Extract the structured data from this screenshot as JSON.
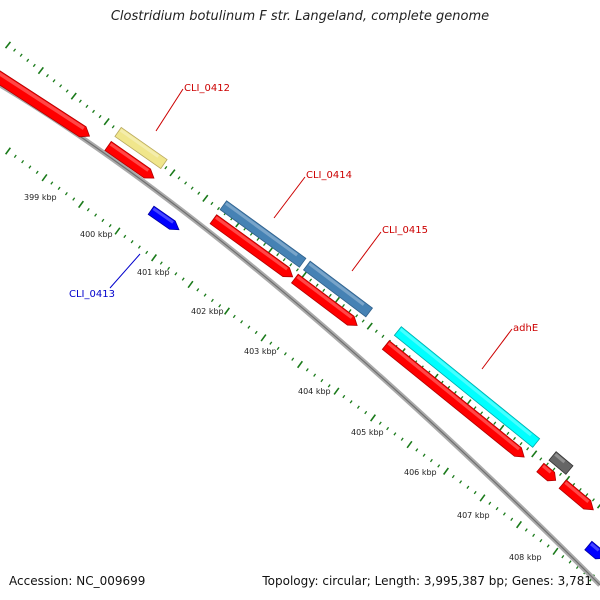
{
  "title": "Clostridium botulinum F str. Langeland, complete genome",
  "accession": "Accession: NC_009699",
  "summary": "Topology: circular; Length: 3,995,387 bp; Genes: 3,781",
  "colors": {
    "backbone": "#888888",
    "cds_forward": "#ff0000",
    "cds_reverse": "#0000ff",
    "hypothetical": "#f0e68c",
    "named_feature": "#4682b4",
    "adhE": "#00ffff",
    "other": "#666666",
    "tick": "#1a7a1a"
  },
  "ticks": [
    {
      "label": "399 kbp"
    },
    {
      "label": "400 kbp"
    },
    {
      "label": "401 kbp"
    },
    {
      "label": "402 kbp"
    },
    {
      "label": "403 kbp"
    },
    {
      "label": "404 kbp"
    },
    {
      "label": "405 kbp"
    },
    {
      "label": "406 kbp"
    },
    {
      "label": "407 kbp"
    },
    {
      "label": "408 kbp"
    }
  ],
  "gene_labels": [
    {
      "name": "CLI_0412",
      "color": "#cc0000"
    },
    {
      "name": "CLI_0413",
      "color": "#0000cc"
    },
    {
      "name": "CLI_0414",
      "color": "#cc0000"
    },
    {
      "name": "CLI_0415",
      "color": "#cc0000"
    },
    {
      "name": "adhE",
      "color": "#cc0000"
    }
  ]
}
